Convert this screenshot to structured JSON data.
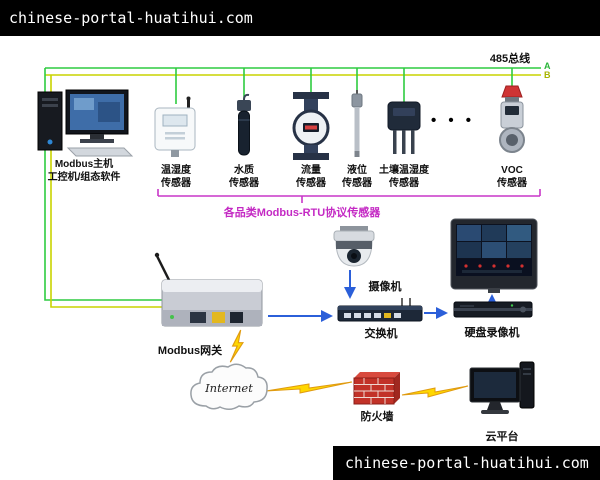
{
  "header": {
    "site_text": "chinese-portal-huatihui.com"
  },
  "footer": {
    "site_text": "chinese-portal-huatihui.com"
  },
  "diagram": {
    "bus": {
      "label": "485总线",
      "wire_a": "A",
      "wire_b": "B"
    },
    "host": {
      "line1": "Modbus主机",
      "line2": "工控机/组态软件"
    },
    "sensors": [
      {
        "line1": "温湿度",
        "line2": "传感器"
      },
      {
        "line1": "水质",
        "line2": "传感器"
      },
      {
        "line1": "流量",
        "line2": "传感器"
      },
      {
        "line1": "液位",
        "line2": "传感器"
      },
      {
        "line1": "土壤温湿度",
        "line2": "传感器"
      },
      {
        "line1": "VOC",
        "line2": "传感器"
      }
    ],
    "ellipsis": "• • •",
    "sensor_group_label": "各品类Modbus-RTU协议传感器",
    "gateway": {
      "label": "Modbus网关"
    },
    "camera": {
      "label": "摄像机"
    },
    "switch": {
      "label": "交换机"
    },
    "dvr": {
      "label": "硬盘录像机"
    },
    "internet": {
      "label": "Internet"
    },
    "firewall": {
      "label": "防火墙"
    },
    "cloud_platform": {
      "label": "云平台"
    },
    "colors": {
      "bus_a": "#2ecc40",
      "bus_b": "#c9d400",
      "sensor_bracket": "#c837c8",
      "data_arrow": "#2b5fd9",
      "lightning": "#ffd700"
    }
  }
}
